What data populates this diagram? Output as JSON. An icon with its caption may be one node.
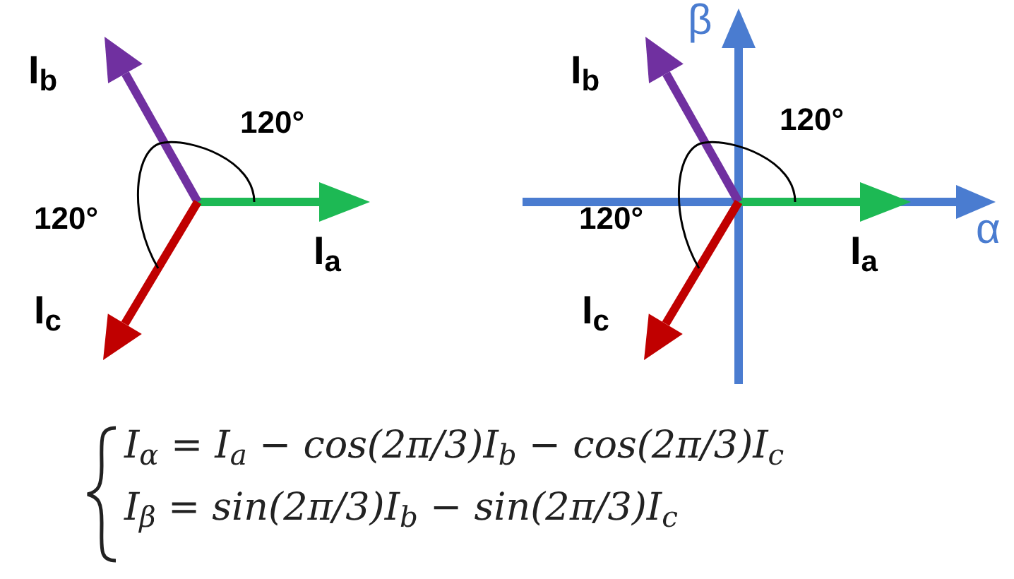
{
  "diagram": {
    "labels": [
      "I$_{b}$",
      "120°",
      "120°",
      "I$_{a}$",
      "I$_{c}$",
      "β",
      "I$_{b}$",
      "120°",
      "120°",
      "α",
      "I$_{a}$",
      "I$_{c}$",
      "I$_{α}$ = I$_{a}$ − cos(2π/3)I$_{b}$ − cos(2π/3)I$_{c}$",
      "I$_{β}$ = sin(2π/3)I$_{b}$ − sin(2π/3)I$_{c}$"
    ]
  }
}
